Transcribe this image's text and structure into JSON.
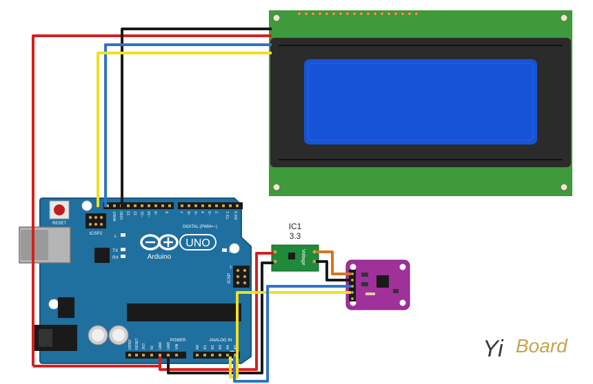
{
  "colors": {
    "board": "#1f6f9f",
    "board_dark": "#17577e",
    "lcd_pcb": "#3e9a3a",
    "lcd_frame": "#2b2b2b",
    "lcd_screen": "#1653d6",
    "regulator_pcb": "#1e8a3a",
    "sensor_pcb": "#a0309a",
    "wire_red": "#d42020",
    "wire_black": "#1a1a1a",
    "wire_blue": "#2f73c9",
    "wire_yellow": "#f0e020",
    "wire_orange": "#d8731e",
    "watermark_dark": "#3a3a3a",
    "watermark_gold": "#c9a24a"
  },
  "arduino": {
    "reset_label": "RESET",
    "icsp2_label": "ICSP2",
    "icsp_label": "ICSP",
    "aref": "AREF",
    "gnd": "GND",
    "digital_pins": [
      "13",
      "12",
      "~11",
      "~10",
      "~9",
      "8",
      "7",
      "~6",
      "~5",
      "4",
      "~3",
      "2",
      "TX 1",
      "RX 0"
    ],
    "digital_label": "DIGITAL (PWM=~)",
    "led_l": "L",
    "led_tx": "TX",
    "led_rx": "RX",
    "on_label": "ON",
    "brand": "Arduino",
    "model": "UNO",
    "power_label": "POWER",
    "power_pins": [
      "IOREF",
      "RESET",
      "3V3",
      "5V",
      "GND",
      "GND",
      "VIN"
    ],
    "analog_label": "ANALOG IN",
    "analog_pins": [
      "A0",
      "A1",
      "A2",
      "A3",
      "A4",
      "A5"
    ],
    "icsp_num": "1"
  },
  "regulator": {
    "name": "IC1",
    "value": "3.3",
    "label": "Voltage"
  },
  "watermark": {
    "part1": "Yi",
    "part2": "Board"
  }
}
